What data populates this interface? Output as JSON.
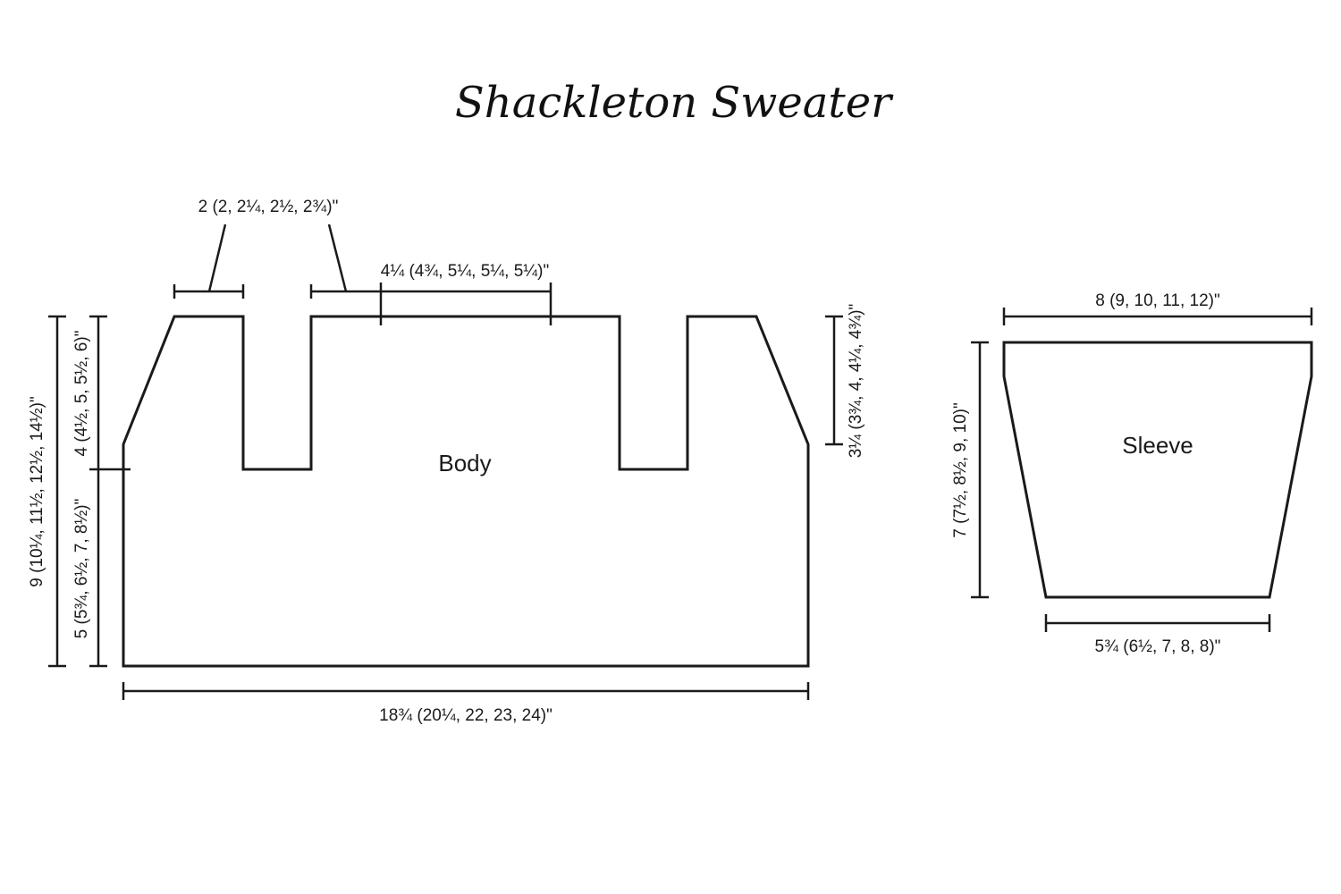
{
  "title": "Shackleton Sweater",
  "pieces": {
    "body": "Body",
    "sleeve": "Sleeve"
  },
  "measurements": {
    "neck_width": "2 (2, 2¼, 2½, 2¾)\"",
    "shoulder_width": "4¼ (4¾, 5¼, 5¼, 5¼)\"",
    "total_length": "9 (10¼, 11½, 12½, 14½)\"",
    "armhole_depth": "4 (4½, 5, 5½, 6)\"",
    "body_to_armhole": "5 (5¾, 6½, 7, 8½)\"",
    "shoulder_slope": "3¼ (3¾, 4, 4¼, 4¾)\"",
    "body_width": "18¾ (20¼, 22, 23, 24)\"",
    "sleeve_top": "8 (9, 10, 11, 12)\"",
    "sleeve_length": "7 (7½, 8½, 9, 10)\"",
    "sleeve_cuff": "5¾ (6½, 7, 8, 8)\""
  }
}
